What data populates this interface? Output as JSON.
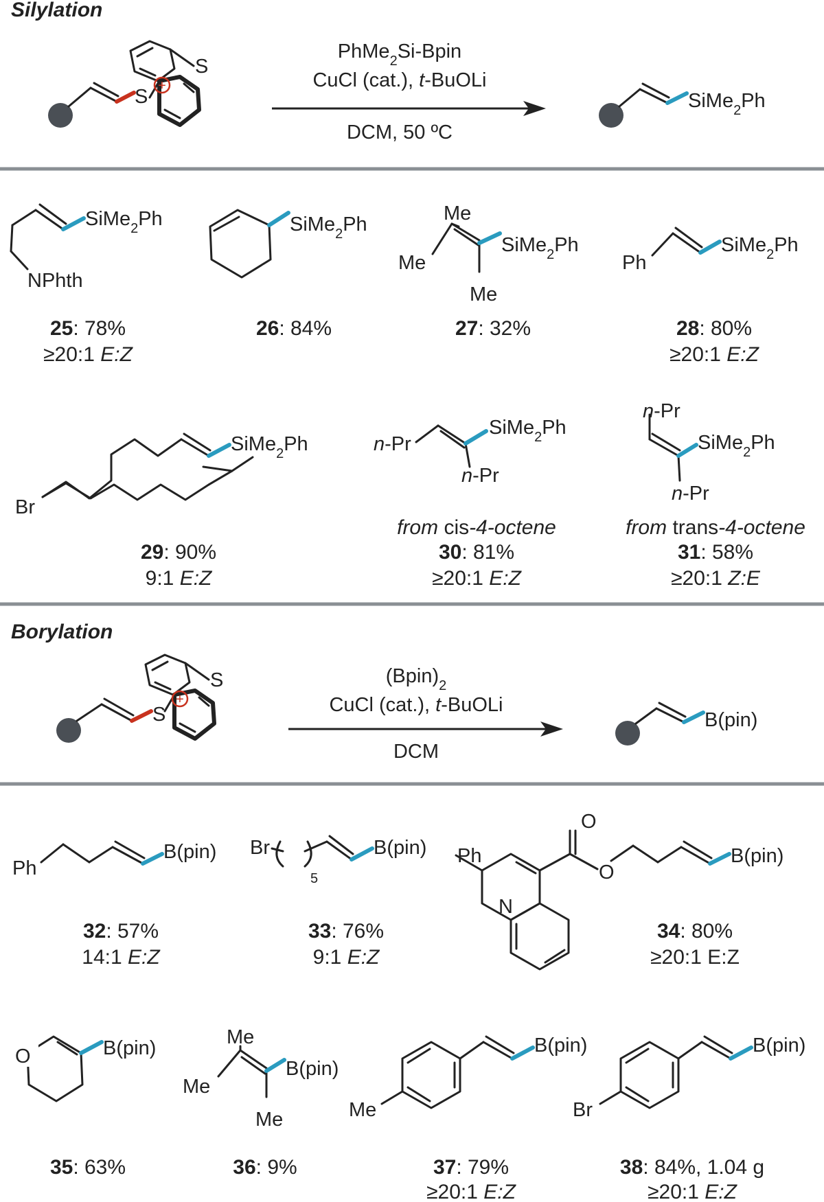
{
  "sections": {
    "silylation": "Silylation",
    "borylation": "Borylation"
  },
  "sil_rxn": {
    "sulfur_top": "S",
    "sulfur_plus": "S",
    "plus_sign": "+",
    "reagent_a": "PhMe",
    "reagent_a_sub": "2",
    "reagent_a_tail": "Si-Bpin",
    "reagent_b_pre": "CuCl (cat.), ",
    "reagent_b_it": "t",
    "reagent_b_post": "-BuOLi",
    "conditions": "DCM, 50 ºC",
    "product_pre": "SiMe",
    "product_sub": "2",
    "product_post": "Ph"
  },
  "bor_rxn": {
    "sulfur_top": "S",
    "sulfur_plus": "S",
    "plus_sign": "+",
    "reagent_a": "(Bpin)",
    "reagent_a_sub": "2",
    "reagent_b_pre": "CuCl (cat.), ",
    "reagent_b_it": "t",
    "reagent_b_post": "-BuOLi",
    "conditions": "DCM",
    "product": "B(pin)"
  },
  "groups": {
    "sime2ph_pre": "SiMe",
    "sime2ph_sub": "2",
    "sime2ph_post": "Ph",
    "bpin": "B(pin)",
    "me": "Me",
    "ph": "Ph",
    "br": "Br",
    "nphth": "NPhth",
    "npr": "n-Pr",
    "o": "O",
    "n": "N",
    "sub5": "5"
  },
  "compounds": [
    {
      "id": "25",
      "yield": ": 78%",
      "ratio_pre": "≥20:1 ",
      "ratio_it": "E:Z",
      "note_it": "",
      "note_mid": "",
      "note_it2": ""
    },
    {
      "id": "26",
      "yield": ": 84%",
      "ratio_pre": "",
      "ratio_it": "",
      "note_it": "",
      "note_mid": "",
      "note_it2": ""
    },
    {
      "id": "27",
      "yield": ": 32%",
      "ratio_pre": "",
      "ratio_it": "",
      "note_it": "",
      "note_mid": "",
      "note_it2": ""
    },
    {
      "id": "28",
      "yield": ": 80%",
      "ratio_pre": "≥20:1 ",
      "ratio_it": "E:Z",
      "note_it": "",
      "note_mid": "",
      "note_it2": ""
    },
    {
      "id": "29",
      "yield": ": 90%",
      "ratio_pre": "9:1 ",
      "ratio_it": "E:Z",
      "note_it": "",
      "note_mid": "",
      "note_it2": ""
    },
    {
      "id": "30",
      "yield": ": 81%",
      "ratio_pre": "≥20:1 ",
      "ratio_it": "E:Z",
      "note_it": "from ",
      "note_mid": "cis",
      "note_it2": "-4-octene"
    },
    {
      "id": "31",
      "yield": ": 58%",
      "ratio_pre": "≥20:1 ",
      "ratio_it": "Z:E",
      "note_it": "from ",
      "note_mid": "trans",
      "note_it2": "-4-octene"
    },
    {
      "id": "32",
      "yield": ": 57%",
      "ratio_pre": "14:1 ",
      "ratio_it": "E:Z",
      "note_it": "",
      "note_mid": "",
      "note_it2": ""
    },
    {
      "id": "33",
      "yield": ": 76%",
      "ratio_pre": "9:1 ",
      "ratio_it": "E:Z",
      "note_it": "",
      "note_mid": "",
      "note_it2": ""
    },
    {
      "id": "34",
      "yield": ": 80%",
      "ratio_pre": "≥20:1 E:Z",
      "ratio_it": "",
      "note_it": "",
      "note_mid": "",
      "note_it2": ""
    },
    {
      "id": "35",
      "yield": ": 63%",
      "ratio_pre": "",
      "ratio_it": "",
      "note_it": "",
      "note_mid": "",
      "note_it2": ""
    },
    {
      "id": "36",
      "yield": ": 9%",
      "ratio_pre": "",
      "ratio_it": "",
      "note_it": "",
      "note_mid": "",
      "note_it2": ""
    },
    {
      "id": "37",
      "yield": ": 79%",
      "ratio_pre": "≥20:1 ",
      "ratio_it": "E:Z",
      "note_it": "",
      "note_mid": "",
      "note_it2": ""
    },
    {
      "id": "38",
      "yield": ": 84%, 1.04 g",
      "ratio_pre": "≥20:1 ",
      "ratio_it": "E:Z",
      "note_it": "",
      "note_mid": "",
      "note_it2": ""
    }
  ],
  "colors": {
    "bond": "#222222",
    "new_bond": "#2a9bbf",
    "cleaved_bond": "#c8321e",
    "substituent_dot": "#4a4f55",
    "rule": "#8a8f94"
  }
}
